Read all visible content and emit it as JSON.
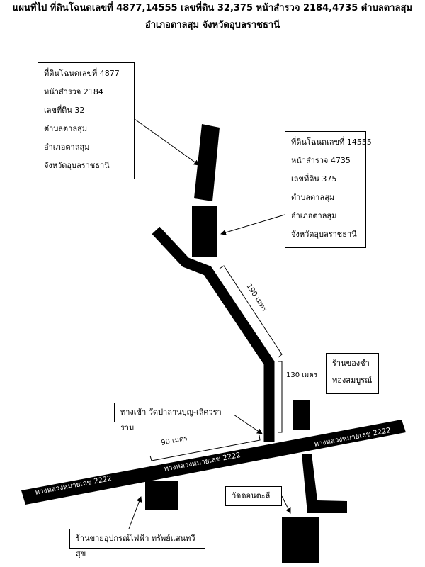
{
  "title_line1": "แผนที่ไป ที่ดินโฉนดเลขที่ 4877,14555 เลขที่ดิน 32,375 หน้าสำรวจ 2184,4735 ตำบลตาลสุม",
  "title_line2": "อำเภอตาลสุม จังหวัดอุบลราชธานี",
  "parcel1": {
    "lines": [
      "ที่ดินโฉนดเลขที่ 4877",
      "หน้าสำรวจ 2184",
      "เลขที่ดิน 32",
      "ตำบลตาลสุม",
      "อำเภอตาลสุม",
      "จังหวัดอุบลราชธานี"
    ]
  },
  "parcel2": {
    "lines": [
      "ที่ดินโฉนดเลขที่ 14555",
      "หน้าสำรวจ 4735",
      "เลขที่ดิน 375",
      "ตำบลตาลสุม",
      "อำเภอตาลสุม",
      "จังหวัดอุบลราชธานี"
    ]
  },
  "shop_right": {
    "lines": [
      "ร้านของชำ",
      "ทองสมบูรณ์"
    ]
  },
  "temple_entrance": "ทางเข้า วัดป่าลานบุญ-เลิศวราราม",
  "temple": "วัดดอนตะลี",
  "electric_shop": "ร้านขายอุปกรณ์ไฟฟ้า ทรัพย์แสนทวีสุข",
  "distances": {
    "d190": "190 เมตร",
    "d130": "130 เมตร",
    "d90": "90 เมตร"
  },
  "roads": {
    "left": "ทางหลวงหมายเลข 2222",
    "middle": "ทางหลวงหมายเลข 2222",
    "right": "ทางหลวงหมายเลข 2222"
  },
  "colors": {
    "road": "#000000",
    "background": "#ffffff"
  }
}
